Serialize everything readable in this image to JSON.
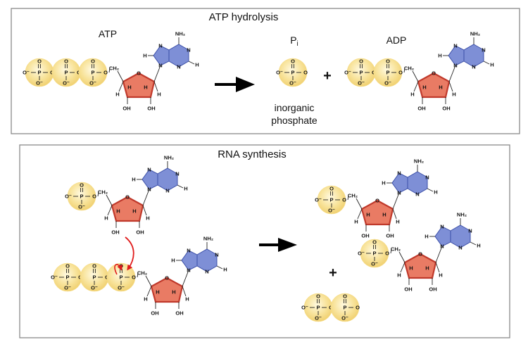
{
  "panel_top": {
    "title": "ATP hydrolysis",
    "atp_label": "ATP",
    "pi_label": "P",
    "pi_subscript": "i",
    "adp_label": "ADP",
    "inorganic_line1": "inorganic",
    "inorganic_line2": "phosphate",
    "plus": "+"
  },
  "panel_bottom": {
    "title": "RNA synthesis",
    "plus": "+"
  },
  "atoms": {
    "o_minus": "O⁻",
    "o": "O",
    "p": "P",
    "ch2": "CH₂",
    "h": "H",
    "n": "N",
    "oh": "OH",
    "nh2": "NH₂"
  },
  "colors": {
    "phosphate_fill": "#f6dc86",
    "ribose_fill": "#e97b64",
    "ribose_stroke": "#c0392b",
    "base_fill": "#7e8fd6",
    "base_stroke": "#3b4fa8",
    "reaction_arrow": "#e01b1b"
  }
}
